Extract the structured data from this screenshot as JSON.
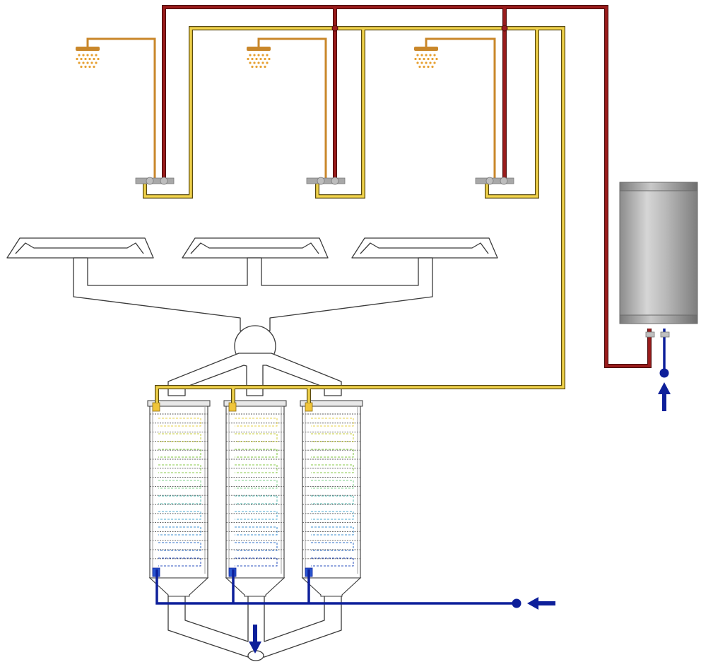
{
  "diagram": {
    "kind": "shower drain-water heat recovery schematic",
    "has_text_labels": false,
    "colors": {
      "hot_supply": "#8b1a1a",
      "preheated_water": "#e8c232",
      "cold_supply": "#0d1f9a",
      "shower_head": "#c9872a",
      "drain_pipe_fill": "#ffffff",
      "drain_pipe_stroke": "#3a3a3a",
      "water_heater": "#b5b5b5",
      "valve": "#a8a8a8"
    },
    "components": {
      "showers": [
        {
          "id": "shower-1"
        },
        {
          "id": "shower-2"
        },
        {
          "id": "shower-3"
        }
      ],
      "shower_trays": [
        {
          "id": "tray-1"
        },
        {
          "id": "tray-2"
        },
        {
          "id": "tray-3"
        }
      ],
      "heat_exchangers": [
        {
          "id": "hx-1"
        },
        {
          "id": "hx-2"
        },
        {
          "id": "hx-3"
        }
      ],
      "water_heater": {
        "id": "water-heater"
      },
      "collector": {
        "id": "drain-collector"
      }
    },
    "flow_arrows": [
      {
        "id": "cold-inlet-arrow",
        "direction": "left"
      },
      {
        "id": "heater-inlet-arrow",
        "direction": "up"
      },
      {
        "id": "drain-outlet-arrow",
        "direction": "down"
      }
    ]
  }
}
